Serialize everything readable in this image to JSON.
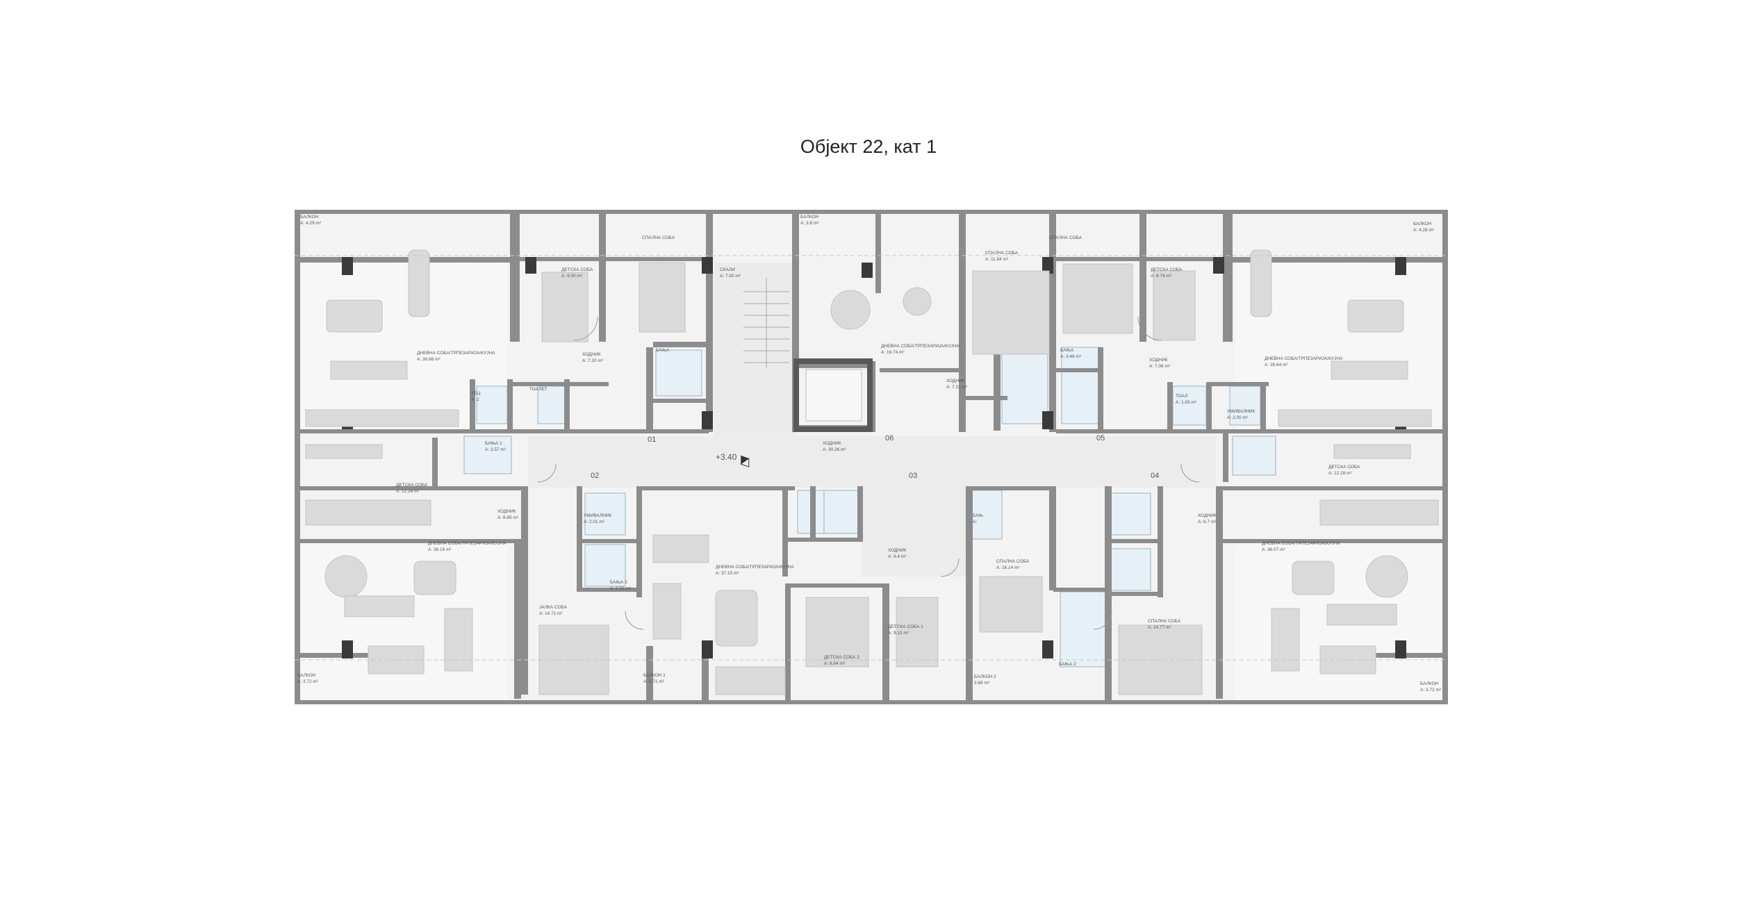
{
  "title": "Објект 22, кат 1",
  "level": "+3.40",
  "colors": {
    "wall": "#8c8c8c",
    "column": "#3a3a3a",
    "floor": "#f2f2f2",
    "wet": "#e6f0f6",
    "furniture": "#d9d9d9",
    "core": "#595959"
  },
  "apartments": [
    {
      "number": "01"
    },
    {
      "number": "02"
    },
    {
      "number": "03"
    },
    {
      "number": "04"
    },
    {
      "number": "05"
    },
    {
      "number": "06"
    }
  ],
  "rooms": [
    {
      "name": "БАЛКОН",
      "area": "A: 4.29 m²"
    },
    {
      "name": "ДЕТСКА СОБА",
      "area": "A: 9.00 m²"
    },
    {
      "name": "СПАЛНА СОБА",
      "area": ""
    },
    {
      "name": "СКАЛИ",
      "area": "A: 7.92 m²"
    },
    {
      "name": "БАЛКОН",
      "area": "A: 3.8 m²"
    },
    {
      "name": "СПАЛНА СОБА",
      "area": "A: 11.94 m²"
    },
    {
      "name": "СПАЛНА СОБА",
      "area": ""
    },
    {
      "name": "ДЕТСКА СОБА",
      "area": "A: 8.74 m²"
    },
    {
      "name": "БАЛКОН",
      "area": "A: 4.28 m²"
    },
    {
      "name": "ДНЕВНА СОБА/ТРПЕЗАРИЈА/КУЈНА",
      "area": "A: 39.86 m²"
    },
    {
      "name": "ХОДНИК",
      "area": "A: 7.20 m²"
    },
    {
      "name": "БАЊА",
      "area": ""
    },
    {
      "name": "ДНЕВНА СОБА/ТРПЕЗАРИЈА/КУЈНА",
      "area": "A: 19.74 m²"
    },
    {
      "name": "ХОДНИК",
      "area": "A: 7.21 m²"
    },
    {
      "name": "БАЊА",
      "area": "A: 3.48 m²"
    },
    {
      "name": "ХОДНИК",
      "area": "A: 7.06 m²"
    },
    {
      "name": "ДНЕВНА СОБА/ТРПЕЗАРИЈА/КУЈНА",
      "area": "A: 39.64 m²"
    },
    {
      "name": "УБЦ",
      "area": "A: 2"
    },
    {
      "name": "ТОАЛЕТ",
      "area": ""
    },
    {
      "name": "ТОАЛ",
      "area": "A: 1.93 m²"
    },
    {
      "name": "УМИВАЛНИК",
      "area": "A: 2.00 m²"
    },
    {
      "name": "ХОДНИК",
      "area": "A: 30.26 m²"
    },
    {
      "name": "БАЊА 1",
      "area": "A: 3.57 m²"
    },
    {
      "name": "ДЕТСКА СОБА",
      "area": "A: 12.24 m²"
    },
    {
      "name": "ДЕТСКА СОБА",
      "area": "A: 12.18 m²"
    },
    {
      "name": "ХОДНИК",
      "area": "A: 8.85 m²"
    },
    {
      "name": "УМИВАЛНИК",
      "area": "A: 2.01 m²"
    },
    {
      "name": "БАЊ",
      "area": "A:"
    },
    {
      "name": "ХОДНИК",
      "area": "A: 6.7 m²"
    },
    {
      "name": "ДНЕВНА СОБА/ТРПЕЗАРИЈА/КУЈНА",
      "area": "A: 36.19 m²"
    },
    {
      "name": "ДНЕВНА СОБА/ТРПЕЗАРИЈА/КУЈНА",
      "area": "A: 37.15 m²"
    },
    {
      "name": "ХОДНИК",
      "area": "A: 9.4 m²"
    },
    {
      "name": "СПАЛНА СОБА",
      "area": "A: 16.14 m²"
    },
    {
      "name": "ДНЕВНА СОБА/ТРПЕЗАРИЈА/КУЈНА",
      "area": "A: 36.07 m²"
    },
    {
      "name": "БАЊА 2",
      "area": "A: 3.56 m²"
    },
    {
      "name": "ДЕТСКА СОБА 1",
      "area": "A: 9.12 m²"
    },
    {
      "name": "ЈАЛКА СОБА",
      "area": "A: 14.71 m²"
    },
    {
      "name": "СПАЛНА СОБА",
      "area": "A: 14.77 m²"
    },
    {
      "name": "БАЛКОН",
      "area": "A: 3.72 m²"
    },
    {
      "name": "БАЛКОН 1",
      "area": "A: 2.71 m²"
    },
    {
      "name": "ДЕТСКА СОБА 2",
      "area": "A: 8.64 m²"
    },
    {
      "name": "БАЛКОН 2",
      "area": "3.89 m²"
    },
    {
      "name": "БАЊА 2",
      "area": ""
    },
    {
      "name": "БАЛКОН",
      "area": "A: 3.72 m²"
    }
  ]
}
